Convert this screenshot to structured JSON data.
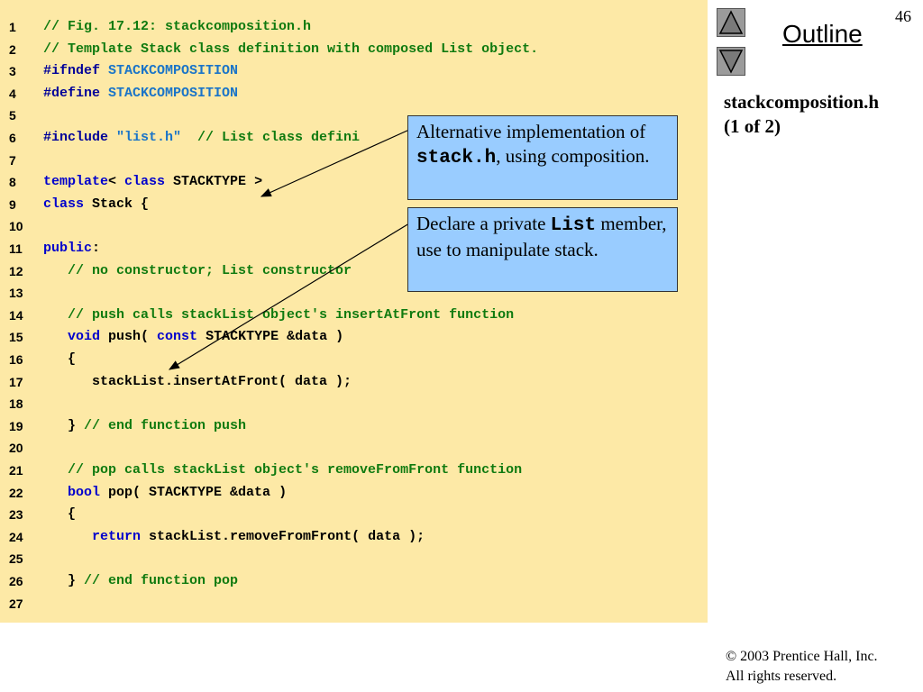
{
  "slide": {
    "page_number": "46",
    "outline_title": "Outline",
    "file_label_line1": "stackcomposition.h",
    "file_label_line2": "(1 of 2)",
    "copyright_line1": "© 2003 Prentice Hall, Inc.",
    "copyright_line2": "All rights reserved."
  },
  "nav": {
    "up_icon": "triangle-up-icon",
    "down_icon": "triangle-down-icon"
  },
  "callouts": {
    "first": {
      "text_before": "Alternative implementation of ",
      "code": "stack.h",
      "text_after": ", using composition."
    },
    "second": {
      "text_before": "Declare a private ",
      "code": "List",
      "text_after": " member, use to manipulate stack."
    }
  },
  "colors": {
    "code_background": "#fde9a6",
    "comment": "#0f7a0f",
    "keyword": "#0000cc",
    "string": "#1a74c8",
    "callout_background": "#99ccff"
  },
  "code_lines": [
    {
      "n": "1",
      "segments": [
        {
          "t": "// Fig. 17.12: stackcomposition.h",
          "k": "comment"
        }
      ]
    },
    {
      "n": "2",
      "segments": [
        {
          "t": "// Template Stack class definition with composed List object.",
          "k": "comment"
        }
      ]
    },
    {
      "n": "3",
      "segments": [
        {
          "t": "#ifndef ",
          "k": "pre"
        },
        {
          "t": "STACKCOMPOSITION",
          "k": "str"
        }
      ]
    },
    {
      "n": "4",
      "segments": [
        {
          "t": "#define ",
          "k": "pre"
        },
        {
          "t": "STACKCOMPOSITION",
          "k": "str"
        }
      ]
    },
    {
      "n": "5",
      "segments": []
    },
    {
      "n": "6",
      "segments": [
        {
          "t": "#include ",
          "k": "pre"
        },
        {
          "t": "\"list.h\"",
          "k": "str"
        },
        {
          "t": "  // List class defini",
          "k": "comment"
        }
      ]
    },
    {
      "n": "7",
      "segments": []
    },
    {
      "n": "8",
      "segments": [
        {
          "t": "template",
          "k": "kw"
        },
        {
          "t": "< ",
          "k": "plain"
        },
        {
          "t": "class",
          "k": "kw"
        },
        {
          "t": " STACKTYPE >",
          "k": "plain"
        }
      ]
    },
    {
      "n": "9",
      "segments": [
        {
          "t": "class",
          "k": "kw"
        },
        {
          "t": " Stack {",
          "k": "plain"
        }
      ]
    },
    {
      "n": "10",
      "segments": []
    },
    {
      "n": "11",
      "segments": [
        {
          "t": "public",
          "k": "kw"
        },
        {
          "t": ":",
          "k": "plain"
        }
      ]
    },
    {
      "n": "12",
      "segments": [
        {
          "t": "   // no constructor; List constructor ",
          "k": "comment"
        }
      ]
    },
    {
      "n": "13",
      "segments": []
    },
    {
      "n": "14",
      "segments": [
        {
          "t": "   // push calls stackList object's insertAtFront function",
          "k": "comment"
        }
      ]
    },
    {
      "n": "15",
      "segments": [
        {
          "t": "   ",
          "k": "plain"
        },
        {
          "t": "void",
          "k": "kw"
        },
        {
          "t": " push( ",
          "k": "plain"
        },
        {
          "t": "const",
          "k": "kw"
        },
        {
          "t": " STACKTYPE &data )",
          "k": "plain"
        }
      ]
    },
    {
      "n": "16",
      "segments": [
        {
          "t": "   {",
          "k": "plain"
        }
      ]
    },
    {
      "n": "17",
      "segments": [
        {
          "t": "      stackList.insertAtFront( data );",
          "k": "plain"
        }
      ]
    },
    {
      "n": "18",
      "segments": []
    },
    {
      "n": "19",
      "segments": [
        {
          "t": "   } ",
          "k": "plain"
        },
        {
          "t": "// end function push",
          "k": "comment"
        }
      ]
    },
    {
      "n": "20",
      "segments": []
    },
    {
      "n": "21",
      "segments": [
        {
          "t": "   // pop calls stackList object's removeFromFront function",
          "k": "comment"
        }
      ]
    },
    {
      "n": "22",
      "segments": [
        {
          "t": "   ",
          "k": "plain"
        },
        {
          "t": "bool",
          "k": "kw"
        },
        {
          "t": " pop( STACKTYPE &data )",
          "k": "plain"
        }
      ]
    },
    {
      "n": "23",
      "segments": [
        {
          "t": "   {",
          "k": "plain"
        }
      ]
    },
    {
      "n": "24",
      "segments": [
        {
          "t": "      ",
          "k": "plain"
        },
        {
          "t": "return",
          "k": "kw"
        },
        {
          "t": " stackList.removeFromFront( data );",
          "k": "plain"
        }
      ]
    },
    {
      "n": "25",
      "segments": []
    },
    {
      "n": "26",
      "segments": [
        {
          "t": "   } ",
          "k": "plain"
        },
        {
          "t": "// end function pop",
          "k": "comment"
        }
      ]
    },
    {
      "n": "27",
      "segments": []
    }
  ]
}
